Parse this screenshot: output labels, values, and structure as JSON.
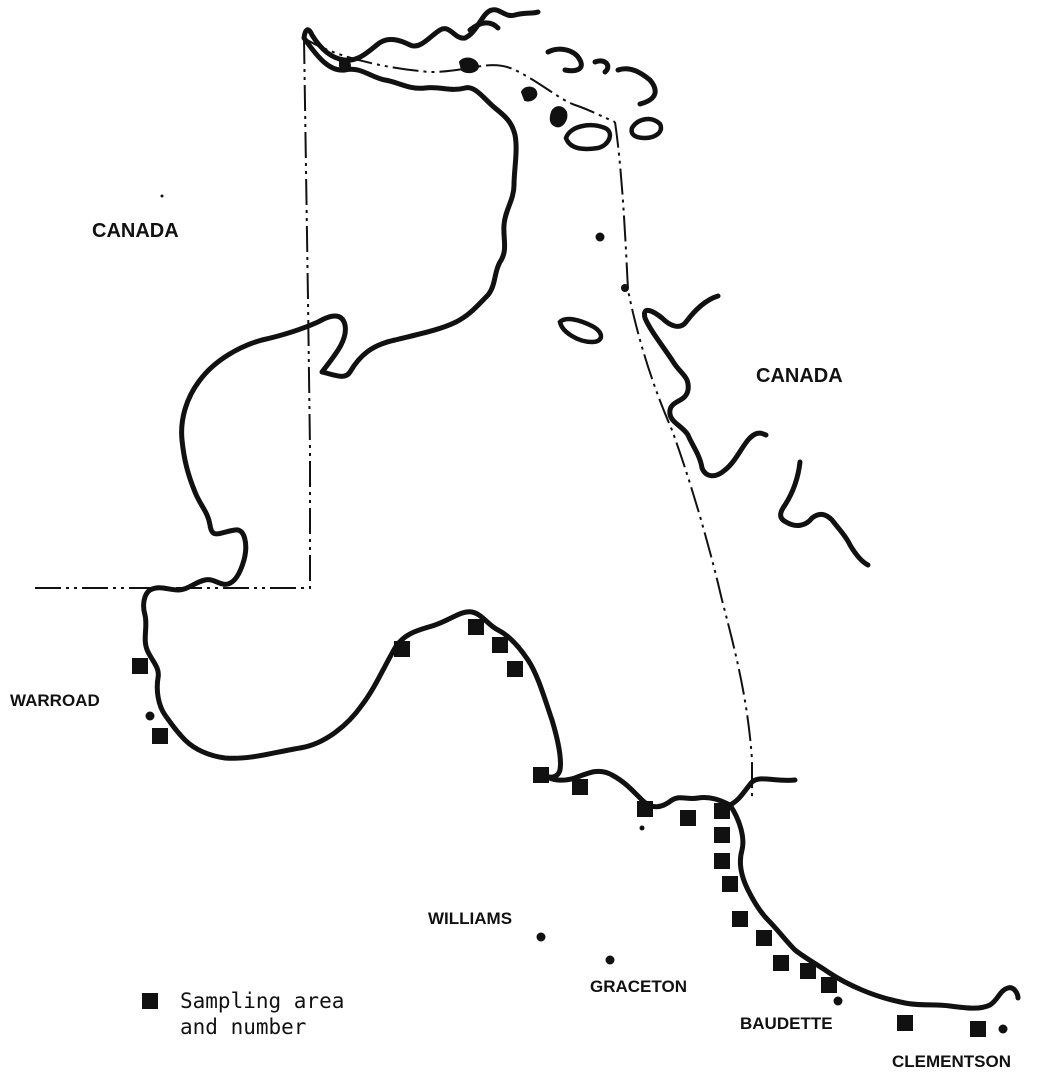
{
  "map": {
    "region_labels": {
      "canada_west": "CANADA",
      "canada_east": "CANADA"
    },
    "towns": {
      "warroad": "WARROAD",
      "williams": "WILLIAMS",
      "graceton": "GRACETON",
      "baudette": "BAUDETTE",
      "clementson": "CLEMENTSON"
    },
    "legend": {
      "line1": "Sampling area",
      "line2": "and number"
    }
  },
  "colors": {
    "ink": "#111111",
    "paper": "#ffffff"
  }
}
